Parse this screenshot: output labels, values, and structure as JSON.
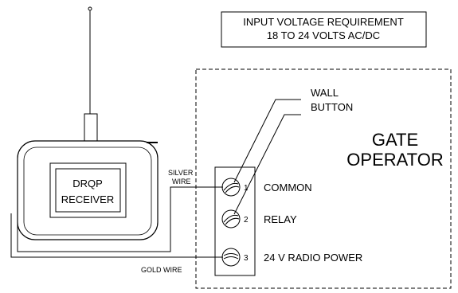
{
  "requirement": {
    "line1": "INPUT VOLTAGE REQUIREMENT",
    "line2": "18 TO 24 VOLTS AC/DC"
  },
  "receiver": {
    "line1": "DRQP",
    "line2": "RECEIVER"
  },
  "operator": {
    "line1": "GATE",
    "line2": "OPERATOR"
  },
  "wall_button": {
    "line1": "WALL",
    "line2": "BUTTON"
  },
  "wires": {
    "silver_line1": "SILVER",
    "silver_line2": "WIRE",
    "gold": "GOLD WIRE"
  },
  "terminals": [
    {
      "number": "1",
      "label": "COMMON"
    },
    {
      "number": "2",
      "label": "RELAY"
    },
    {
      "number": "3",
      "label": "24 V RADIO POWER"
    }
  ]
}
